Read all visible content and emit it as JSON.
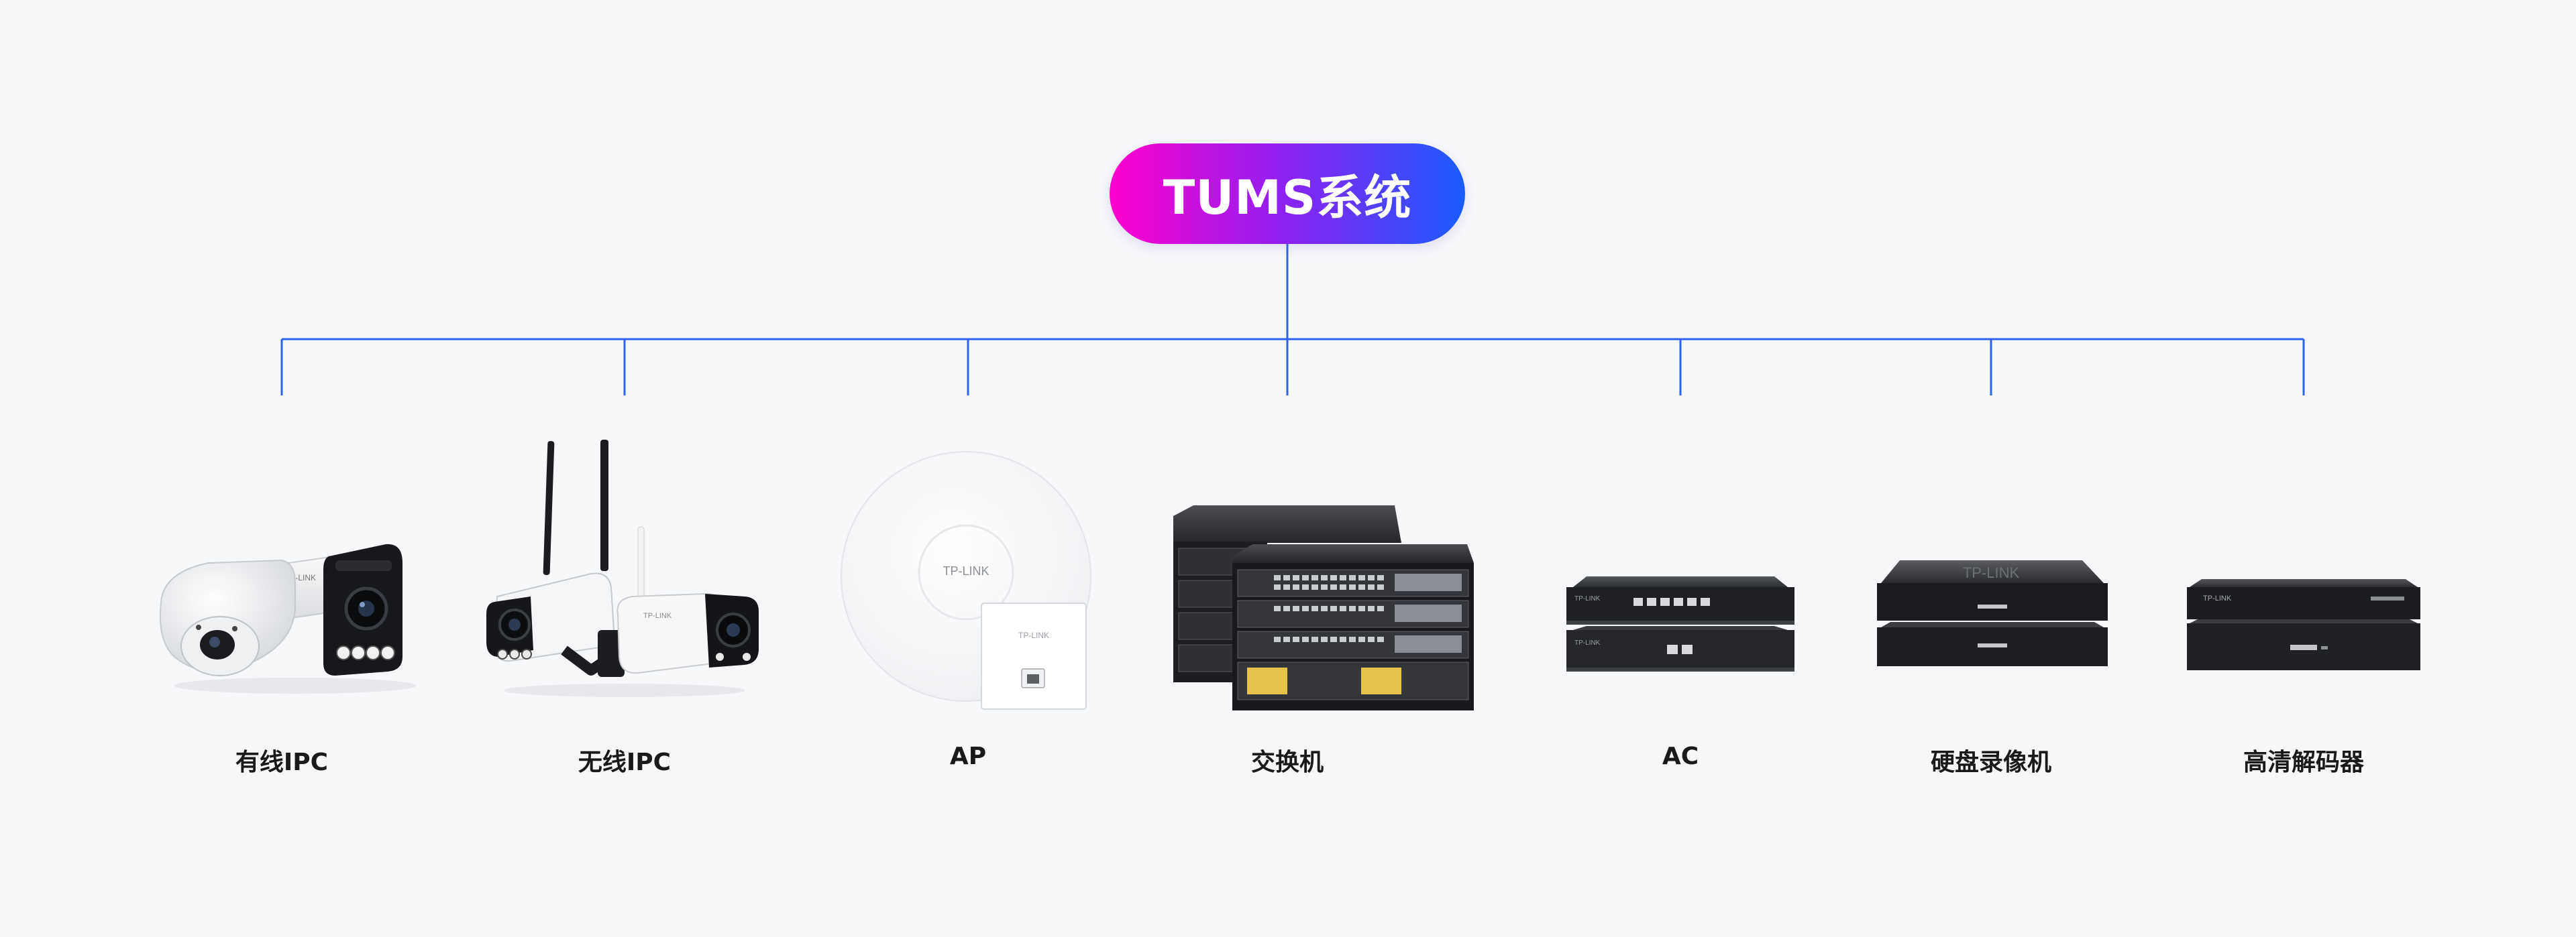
{
  "root": {
    "label": "TUMS系统"
  },
  "brand_text": "TP-LINK",
  "devices": [
    {
      "label": "有线IPC",
      "icon": "wired-ipc-camera-icon"
    },
    {
      "label": "无线IPC",
      "icon": "wireless-ipc-camera-icon"
    },
    {
      "label": "AP",
      "icon": "access-point-icon"
    },
    {
      "label": "交换机",
      "icon": "switch-icon"
    },
    {
      "label": "AC",
      "icon": "access-controller-icon"
    },
    {
      "label": "硬盘录像机",
      "icon": "nvr-icon"
    },
    {
      "label": "高清解码器",
      "icon": "hd-decoder-icon"
    }
  ],
  "colors": {
    "line": "#2f63e8",
    "pill_gradient": [
      "#ff00cc",
      "#9020f0",
      "#1a5cff"
    ],
    "background": "#f6f7f9"
  }
}
